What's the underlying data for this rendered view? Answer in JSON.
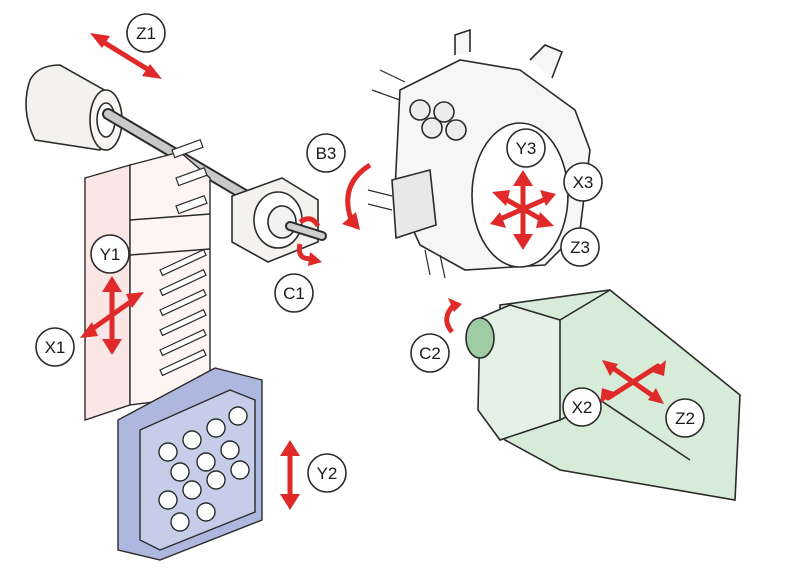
{
  "colors": {
    "arrow": "#e02a2a",
    "outline": "#2b2b2b",
    "spindle_fill": "#f4f2ee",
    "gang_block": "#fbe6e6",
    "tool_block": "#aeb8de",
    "sub_spindle": "#d6ecd8",
    "sub_spindle_nose": "#9fcca4",
    "turret": "#f6f6f6"
  },
  "axes": [
    {
      "key": "Z1",
      "label": "Z1"
    },
    {
      "key": "B3",
      "label": "B3"
    },
    {
      "key": "Y3",
      "label": "Y3"
    },
    {
      "key": "X3",
      "label": "X3"
    },
    {
      "key": "Z3",
      "label": "Z3"
    },
    {
      "key": "Y1",
      "label": "Y1"
    },
    {
      "key": "C1",
      "label": "C1"
    },
    {
      "key": "X1",
      "label": "X1"
    },
    {
      "key": "C2",
      "label": "C2"
    },
    {
      "key": "X2",
      "label": "X2"
    },
    {
      "key": "Z2",
      "label": "Z2"
    },
    {
      "key": "Y2",
      "label": "Y2"
    }
  ]
}
